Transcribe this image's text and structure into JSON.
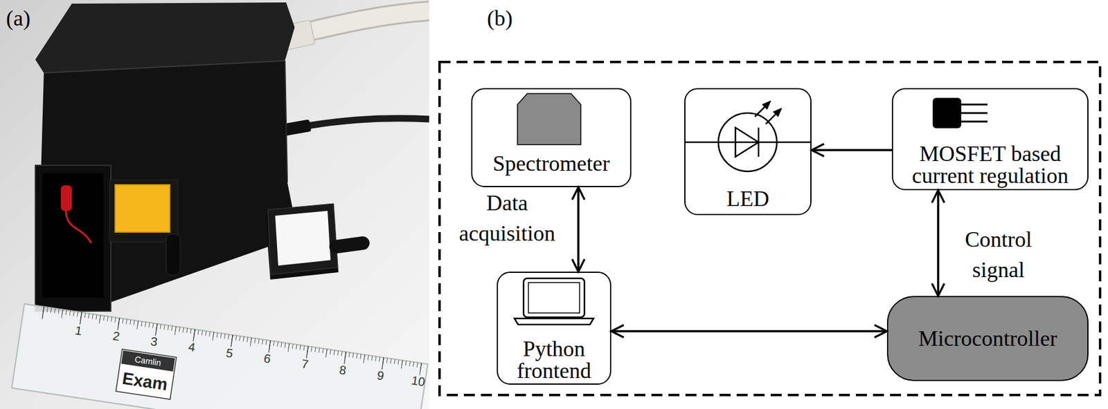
{
  "diagram": {
    "nodes": [
      {
        "text": [
          "Spectrometer"
        ]
      },
      {
        "text": [
          "LED"
        ]
      },
      {
        "text": [
          "MOSFET based current regulation"
        ]
      },
      {
        "text": [
          "Python frontend"
        ]
      },
      {
        "text": [
          "Microcontroller"
        ]
      }
    ],
    "edges": [
      {
        "from": 0,
        "to": 3,
        "arrow": "both",
        "label": "Data acquisition"
      },
      {
        "from": 2,
        "to": 1,
        "arrow": "to"
      },
      {
        "from": 2,
        "to": 4,
        "arrow": "both",
        "label": "Control signal"
      },
      {
        "from": 3,
        "to": 4,
        "arrow": "both"
      }
    ],
    "labels": [
      "(a)",
      "(b)",
      "1",
      "2",
      "3",
      "4",
      "5",
      "6",
      "7",
      "8",
      "9",
      "10",
      "Camlin",
      "Exam"
    ]
  }
}
